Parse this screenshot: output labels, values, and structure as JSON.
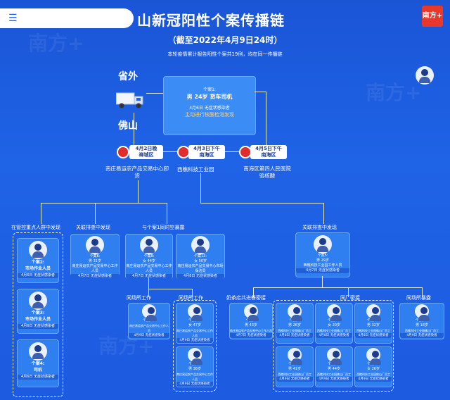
{
  "header": {
    "title": "山新冠阳性个案传播链",
    "subtitle": "（截至2022年4月9日24时）",
    "note": "本轮疫情累计报告阳性个案共19例，均在同一传播链",
    "badge": "南方+"
  },
  "regions": {
    "outside": "省外",
    "foshan": "佛山"
  },
  "case1": {
    "id": "个案1:",
    "desc": "男 24岁 货车司机",
    "status": "4月6日 无症状感染者",
    "found": "主动进行核酸检测发现"
  },
  "locations": [
    {
      "time": "4月2日晚",
      "area": "禅城区",
      "place": "南庄易运农产品交易中心卸货"
    },
    {
      "time": "4月3日下午",
      "area": "南海区",
      "place": "西樵科技工业园"
    },
    {
      "time": "4月5日下午",
      "area": "南海区",
      "place": "南海区第四人民医院验核酸"
    }
  ],
  "groups": {
    "g1": "在管控重点人群中发现",
    "g2": "关联排查中发现",
    "g3": "与个案1同时空暴露",
    "g4": "关联排查中发现",
    "g5": "同场所工作",
    "g6": "同场所工作",
    "g7": "奶茶店共进餐密接",
    "g8": "同厂密接",
    "g9": "同场所暴露"
  },
  "left_cases": [
    {
      "id": "个案2:",
      "role": "市场作业人员",
      "status": "4月6日 无症状感染者"
    },
    {
      "id": "个案3:",
      "role": "市场作业人员",
      "status": "4月6日 无症状感染者"
    },
    {
      "id": "个案4:",
      "role": "司机",
      "status": "4月6日 无症状感染者"
    }
  ],
  "case6": {
    "id": "个案6:",
    "desc": "男 31岁",
    "job": "南庄易运农产品交易中心工作人员",
    "status": "4月7日 无症状感染者"
  },
  "case8": {
    "id": "个案8:",
    "desc": "女 44岁",
    "job": "南庄易运农产品交易中心工作人员",
    "status": "4月7日 无症状感染者"
  },
  "case13": {
    "id": "个案13:",
    "desc": "女 50岁",
    "job": "南庄易运农产品交易中心市场保洁员",
    "status": "4月8日 无症状感染者"
  },
  "case5": {
    "id": "个案5:",
    "desc": "男 29岁",
    "job": "西樵科技工业园工作人员",
    "status": "4月7日 无症状感染者"
  },
  "case15": {
    "id": "个案15:",
    "desc": "女 50岁",
    "job": "南庄易运农产品交易中心工作人员",
    "status": "4月9日 无症状感染者"
  },
  "case16": {
    "id": "个案16:",
    "desc": "女 47岁",
    "job": "南庄易运农产品交易中心工作人员",
    "status": "4月9日 无症状感染者"
  },
  "case19": {
    "id": "个案19:",
    "desc": "男 36岁",
    "job": "南庄易运农产品交易中心工作人员",
    "status": "4月9日 无症状感染者"
  },
  "case7": {
    "id": "个案7:",
    "desc": "男 43岁",
    "job": "南庄易运农产品交易中心工作人员",
    "status": "4月7日 无症状感染者"
  },
  "factory_cases": [
    {
      "id": "个案9:",
      "desc": "男 26岁",
      "job": "西樵科技工业园佛山厂员工",
      "status": "4月8日 无症状感染者"
    },
    {
      "id": "个案10:",
      "desc": "女 20岁",
      "job": "西樵科技工业园佛山厂员工",
      "status": "4月8日 无症状感染者"
    },
    {
      "id": "个案11:",
      "desc": "男 32岁",
      "job": "西樵科技工业园佛山厂员工",
      "status": "4月8日 无症状感染者"
    },
    {
      "id": "个案12:",
      "desc": "男 41岁",
      "job": "西樵科技工业园佛山厂员工",
      "status": "4月9日 无症状感染者"
    },
    {
      "id": "个案14:",
      "desc": "男 44岁",
      "job": "西樵科技工业园佛山厂员工",
      "status": "4月9日 无症状感染者"
    },
    {
      "id": "个案18:",
      "desc": "女 26岁",
      "job": "西樵科技工业园佛山厂员工",
      "status": "4月9日 无症状感染者"
    }
  ],
  "case17": {
    "id": "个案17:",
    "desc": "男 18岁",
    "job": "西樵科技工业园佛山厂员工",
    "status": "4月9日 无症状感染者"
  }
}
